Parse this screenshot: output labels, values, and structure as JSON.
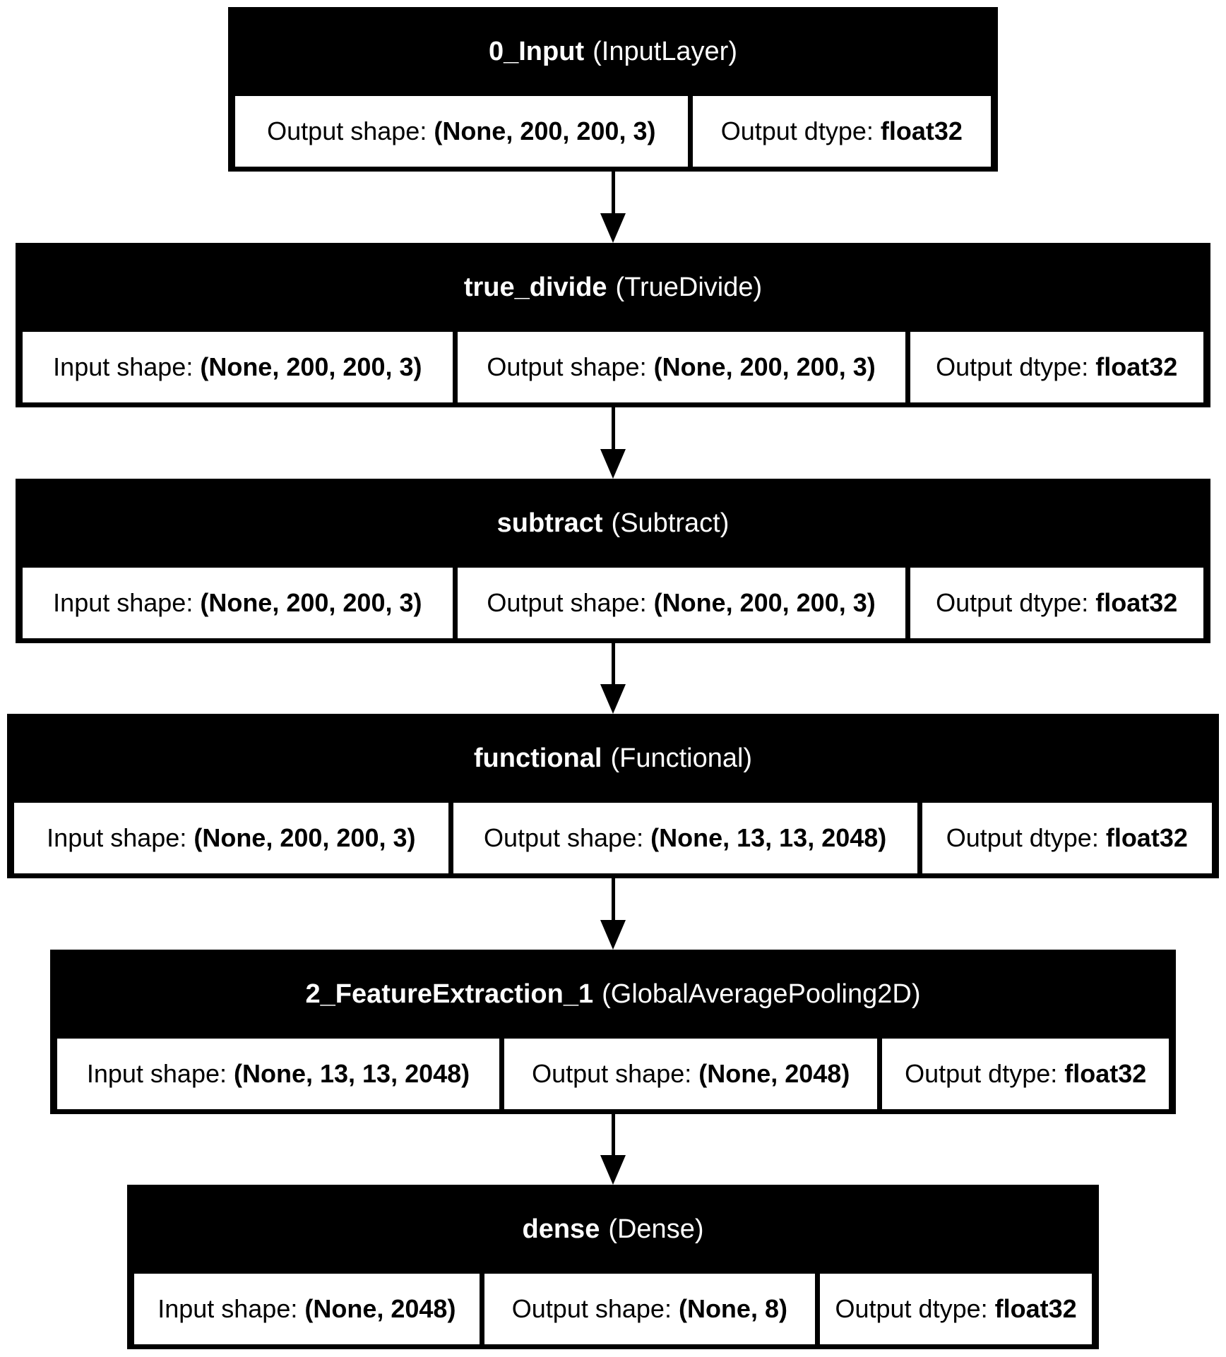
{
  "diagram": {
    "title": "model architecture graph",
    "background_color": "#ffffff",
    "node_fill_color": "#000000",
    "node_header_text_color": "#ffffff",
    "cell_fill_color": "#ffffff",
    "cell_text_color": "#000000",
    "edge_color": "#000000",
    "nodes": [
      {
        "name": "0_Input",
        "class_label": "(InputLayer)",
        "cells": [
          {
            "label": "Output shape:",
            "value": "(None, 200, 200, 3)"
          },
          {
            "label": "Output dtype:",
            "value": "float32"
          }
        ]
      },
      {
        "name": "true_divide",
        "class_label": "(TrueDivide)",
        "cells": [
          {
            "label": "Input shape:",
            "value": "(None, 200, 200, 3)"
          },
          {
            "label": "Output shape:",
            "value": "(None, 200, 200, 3)"
          },
          {
            "label": "Output dtype:",
            "value": "float32"
          }
        ]
      },
      {
        "name": "subtract",
        "class_label": "(Subtract)",
        "cells": [
          {
            "label": "Input shape:",
            "value": "(None, 200, 200, 3)"
          },
          {
            "label": "Output shape:",
            "value": "(None, 200, 200, 3)"
          },
          {
            "label": "Output dtype:",
            "value": "float32"
          }
        ]
      },
      {
        "name": "functional",
        "class_label": "(Functional)",
        "cells": [
          {
            "label": "Input shape:",
            "value": "(None, 200, 200, 3)"
          },
          {
            "label": "Output shape:",
            "value": "(None, 13, 13, 2048)"
          },
          {
            "label": "Output dtype:",
            "value": "float32"
          }
        ]
      },
      {
        "name": "2_FeatureExtraction_1",
        "class_label": "(GlobalAveragePooling2D)",
        "cells": [
          {
            "label": "Input shape:",
            "value": "(None, 13, 13, 2048)"
          },
          {
            "label": "Output shape:",
            "value": "(None, 2048)"
          },
          {
            "label": "Output dtype:",
            "value": "float32"
          }
        ]
      },
      {
        "name": "dense",
        "class_label": "(Dense)",
        "cells": [
          {
            "label": "Input shape:",
            "value": "(None, 2048)"
          },
          {
            "label": "Output shape:",
            "value": "(None, 8)"
          },
          {
            "label": "Output dtype:",
            "value": "float32"
          }
        ]
      }
    ]
  }
}
